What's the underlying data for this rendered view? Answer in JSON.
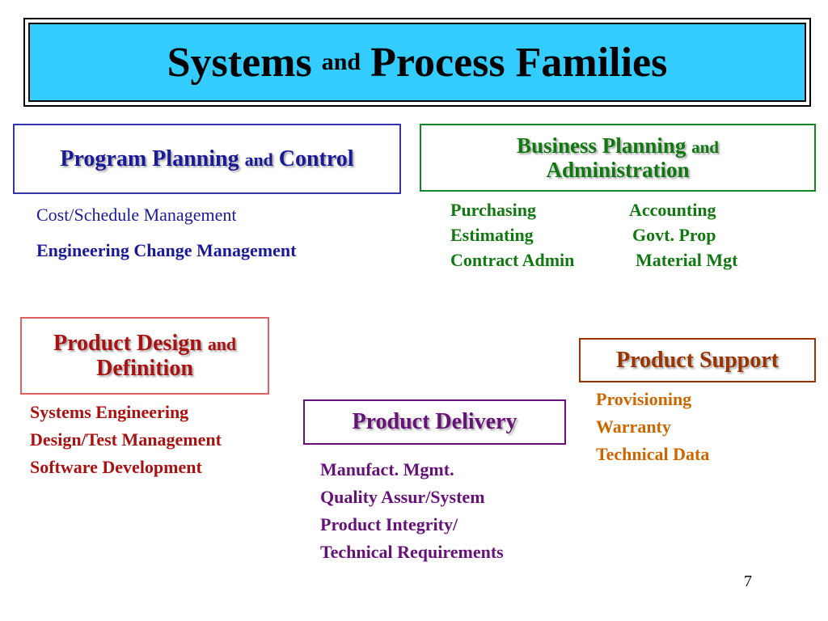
{
  "title": {
    "main_left": "Systems",
    "connector": "and",
    "main_right": "Process Families"
  },
  "families": {
    "program_planning": {
      "title_a": "Program Planning",
      "connector": "and",
      "title_b": "Control",
      "color": "#1a1a99",
      "items": [
        "Cost/Schedule Management",
        "Engineering Change Management"
      ]
    },
    "business_planning": {
      "title_a": "Business Planning",
      "connector": "and",
      "title_b": "Administration",
      "color": "#117711",
      "items_col1": [
        "Purchasing",
        "Estimating",
        "Contract Admin"
      ],
      "items_col2": [
        "Accounting",
        "Govt. Prop",
        "Material Mgt"
      ]
    },
    "product_design": {
      "title_a": "Product Design",
      "connector": "and",
      "title_b": "Definition",
      "color": "#aa1111",
      "items": [
        "Systems Engineering",
        "Design/Test Management",
        "Software Development"
      ]
    },
    "product_support": {
      "title": "Product Support",
      "color": "#cc6600",
      "items": [
        "Provisioning",
        "Warranty",
        "Technical Data"
      ]
    },
    "product_delivery": {
      "title": "Product Delivery",
      "color": "#661177",
      "items": [
        "Manufact. Mgmt.",
        "Quality Assur/System",
        "Product Integrity/",
        "Technical Requirements"
      ]
    }
  },
  "page_number": "7",
  "colors": {
    "title_bg": "#33ccff"
  }
}
